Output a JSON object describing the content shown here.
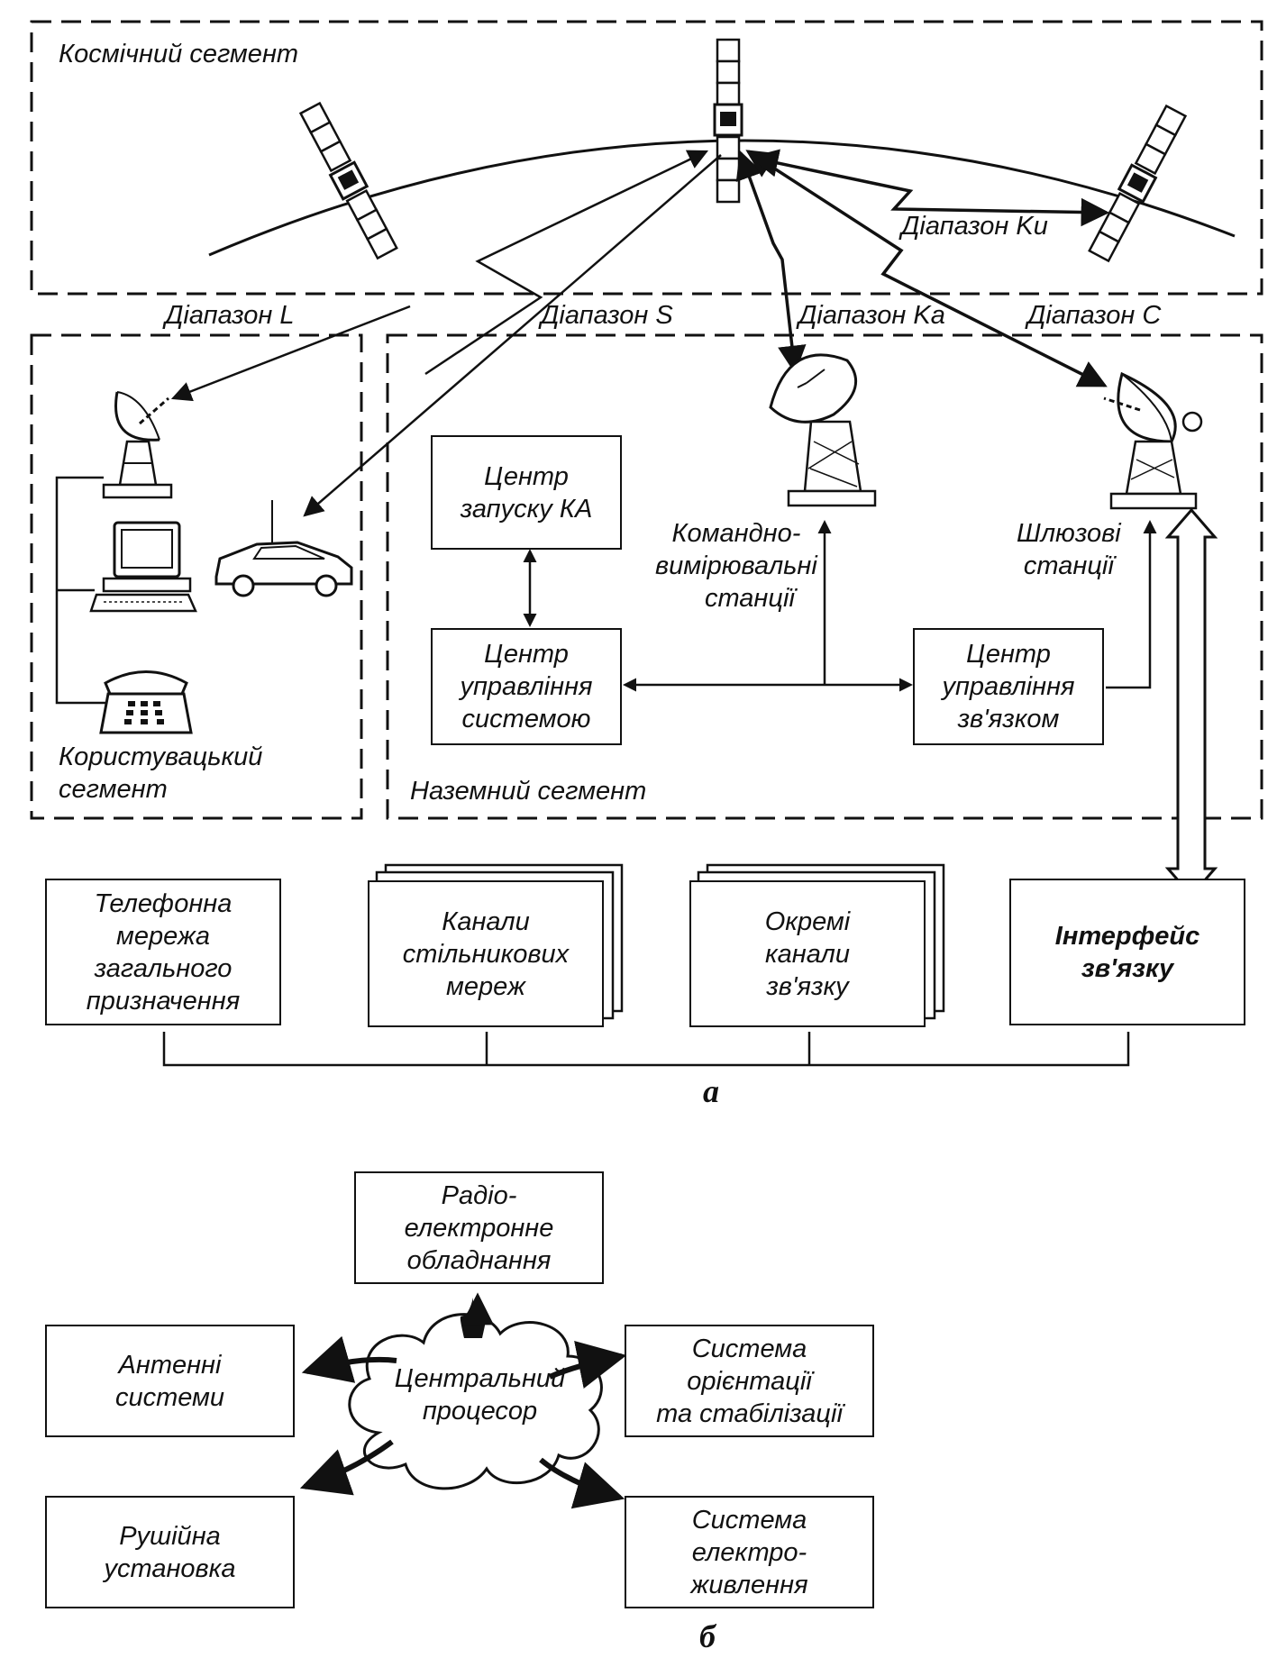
{
  "part_a": {
    "segments": {
      "space": "Космічний сегмент",
      "user": [
        "Користувацький",
        "сегмент"
      ],
      "ground": "Наземний сегмент"
    },
    "bands": {
      "L": "Діапазон L",
      "S": "Діапазон S",
      "Ka": "Діапазон Ka",
      "C": "Діапазон C",
      "Ku": "Діапазон Ku"
    },
    "boxes": {
      "launch_center": [
        "Центр",
        "запуску КА"
      ],
      "system_control": [
        "Центр",
        "управління",
        "системою"
      ],
      "comm_control": [
        "Центр",
        "управління",
        "зв'язком"
      ]
    },
    "stations": {
      "command": [
        "Командно-",
        "вимірювальні",
        "станції"
      ],
      "gateway": [
        "Шлюзові",
        "станції"
      ]
    },
    "networks": {
      "pstn": [
        "Телефонна",
        "мережа",
        "загального",
        "призначення"
      ],
      "cellular": [
        "Канали",
        "стільникових",
        "мереж"
      ],
      "separate": [
        "Окремі",
        "канали",
        "зв'язку"
      ],
      "interface": [
        "Інтерфейс",
        "зв'язку"
      ]
    },
    "caption": "а"
  },
  "part_b": {
    "center": [
      "Центральний",
      "процесор"
    ],
    "radio": [
      "Радіо-",
      "електронне",
      "обладнання"
    ],
    "antenna": [
      "Антенні",
      "системи"
    ],
    "orientation": [
      "Система",
      "орієнтації",
      "та стабілізації"
    ],
    "propulsion": [
      "Рушійна",
      "установка"
    ],
    "power": [
      "Система",
      "електро-",
      "живлення"
    ],
    "caption": "б"
  }
}
